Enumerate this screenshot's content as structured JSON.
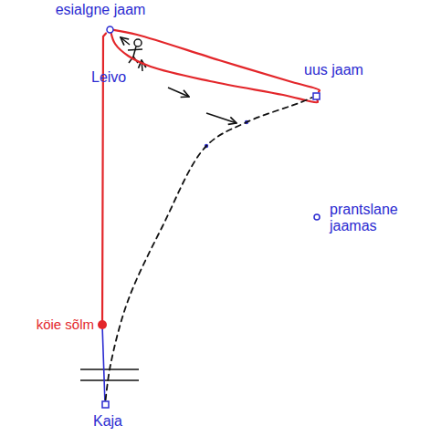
{
  "diagram": {
    "nodes": [
      {
        "text": [
          "esialgne jaam"
        ]
      },
      {
        "text": [
          "uus jaam"
        ]
      },
      {
        "text": [
          "prantslane jaamas"
        ]
      },
      {
        "text": [
          "köie sõlm"
        ]
      },
      {
        "text": [
          "Kaja"
        ]
      }
    ],
    "edges": [
      {
        "from": 0,
        "to": 3,
        "arrow": "none"
      },
      {
        "from": 0,
        "to": 1,
        "arrow": "none"
      },
      {
        "from": 0,
        "to": 1,
        "arrow": "none"
      },
      {
        "from": 3,
        "to": 4,
        "arrow": "none"
      },
      {
        "from": 4,
        "to": 1,
        "arrow": "none"
      }
    ],
    "labels": [
      "Leivo"
    ]
  }
}
